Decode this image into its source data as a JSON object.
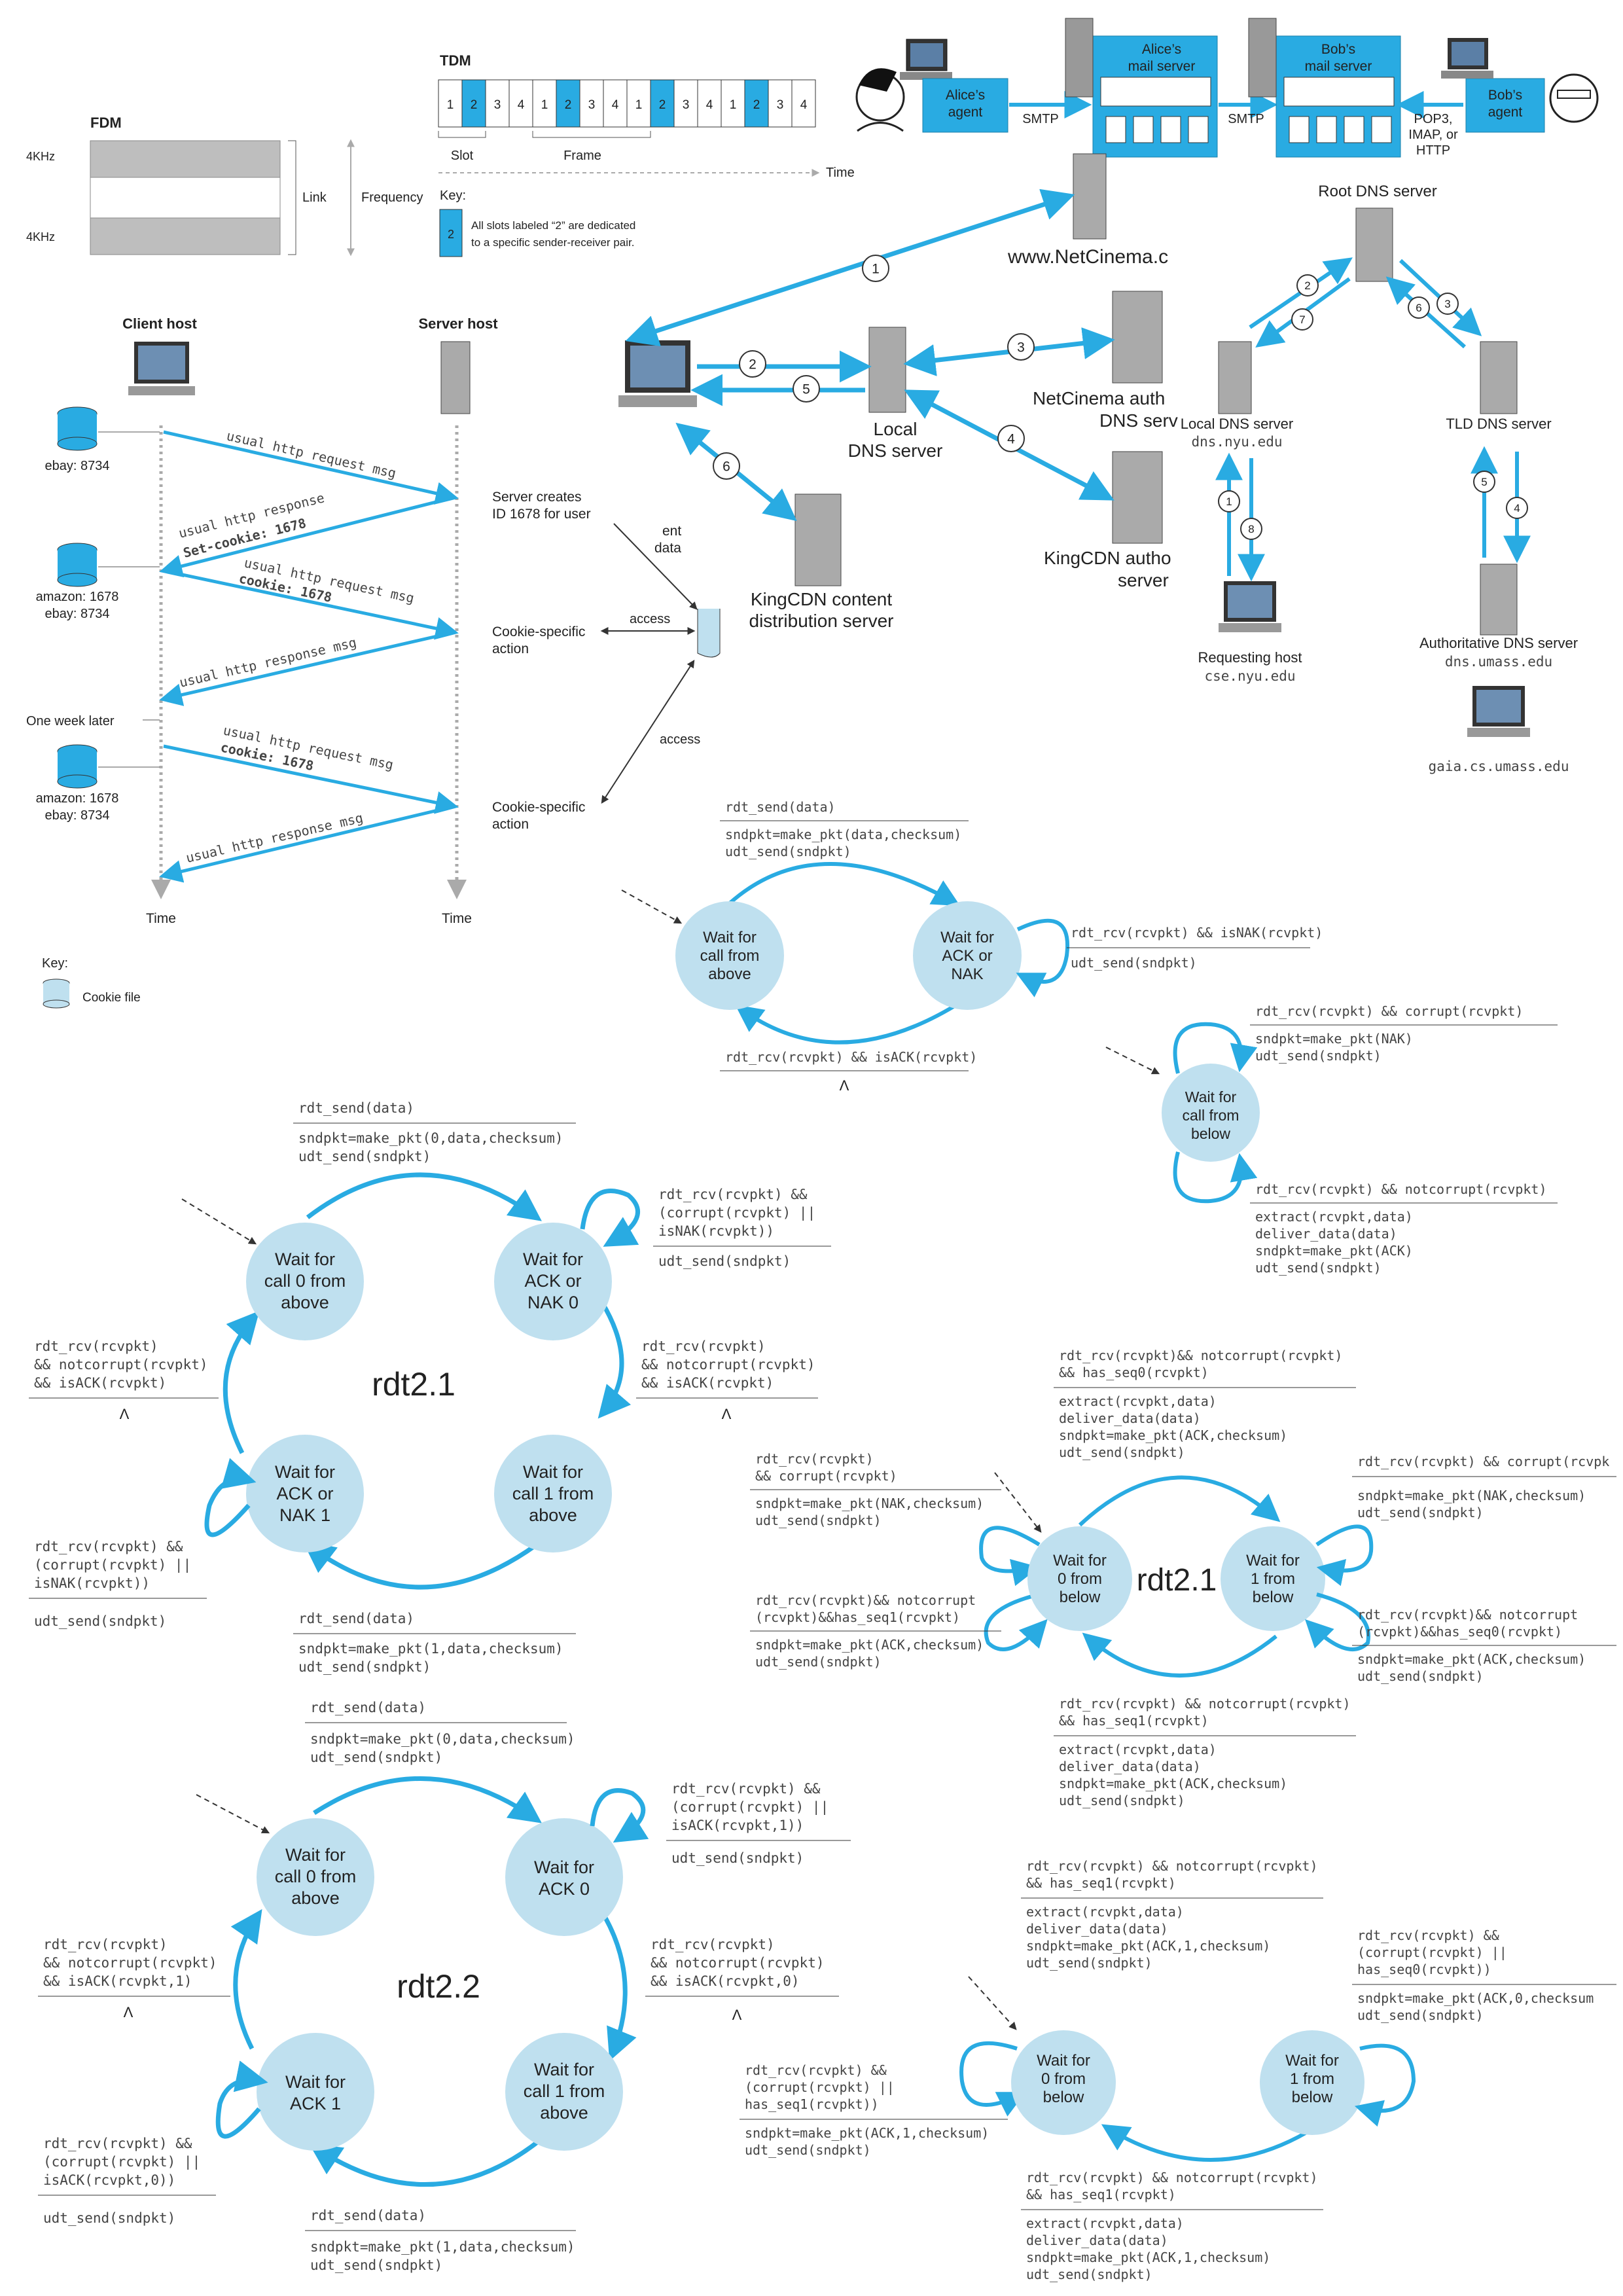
{
  "colors": {
    "accent": "#29ABE2",
    "state_fill": "#BFE0EF",
    "band": "#BEBEBE",
    "slot2": "#29ABE2",
    "arrow_dark": "#333333"
  },
  "fdm": {
    "title": "FDM",
    "freq_top": "4KHz",
    "freq_bot": "4KHz",
    "link": "Link",
    "frequency": "Frequency"
  },
  "tdm": {
    "title": "TDM",
    "slots": [
      "1",
      "2",
      "3",
      "4",
      "1",
      "2",
      "3",
      "4",
      "1",
      "2",
      "3",
      "4",
      "1",
      "2",
      "3",
      "4"
    ],
    "slot_label": "Slot",
    "frame_label": "Frame",
    "time_label": "Time",
    "key_title": "Key:",
    "key_value": "2",
    "key_text1": "All slots labeled “2” are dedicated",
    "key_text2": "to a specific sender-receiver pair."
  },
  "mail": {
    "alice_agent": [
      "Alice’s",
      "agent"
    ],
    "alice_server": [
      "Alice’s",
      "mail server"
    ],
    "bob_server": [
      "Bob’s",
      "mail server"
    ],
    "bob_agent": [
      "Bob’s",
      "agent"
    ],
    "smtp1": "SMTP",
    "smtp2": "SMTP",
    "pop": [
      "POP3,",
      "IMAP, or",
      "HTTP"
    ]
  },
  "cdn": {
    "netcinema": "www.NetCinema.c",
    "local_dns": [
      "Local",
      "DNS server"
    ],
    "netcinema_auth": [
      "NetCinema auth",
      "DNS serv"
    ],
    "kingcdn_auth": [
      "KingCDN autho",
      "server"
    ],
    "kingcdn_content": [
      "KingCDN content",
      "distribution server"
    ],
    "steps": [
      "1",
      "2",
      "5",
      "3",
      "4",
      "6"
    ]
  },
  "dns": {
    "root": "Root DNS server",
    "local": "Local DNS server",
    "local_host": "dns.nyu.edu",
    "tld": "TLD DNS server",
    "requesting": "Requesting host",
    "requesting_host": "cse.nyu.edu",
    "auth": "Authoritative DNS server",
    "auth_host": "dns.umass.edu",
    "gaia": "gaia.cs.umass.edu",
    "steps": [
      "2",
      "7",
      "6",
      "3",
      "1",
      "8",
      "5",
      "4"
    ]
  },
  "cookie": {
    "client": "Client host",
    "server": "Server host",
    "ebay1": "ebay: 8734",
    "amazon1": "amazon: 1678",
    "ebay2": "ebay: 8734",
    "one_week": "One week later",
    "amazon2": "amazon: 1678",
    "ebay3": "ebay: 8734",
    "msg1": "usual http request msg",
    "msg2": "usual http response",
    "msg2b": "Set-cookie: 1678",
    "msg3": "usual http request msg",
    "msg3b": "cookie: 1678",
    "msg4": "usual http response msg",
    "msg5": "usual http request msg",
    "msg5b": "cookie: 1678",
    "msg6": "usual http response msg",
    "server_creates": [
      "Server creates",
      "ID 1678 for user"
    ],
    "entry": [
      "ent",
      "data"
    ],
    "access1": "access",
    "access2": "access",
    "cookie_action1": [
      "Cookie-specific",
      "action"
    ],
    "cookie_action2": [
      "Cookie-specific",
      "action"
    ],
    "time1": "Time",
    "time2": "Time",
    "key": "Key:",
    "key_text": "Cookie file"
  },
  "rdt20_sender": {
    "top_event": "rdt_send(data)",
    "top_action": [
      "sndpkt=make_pkt(data,checksum)",
      "udt_send(sndpkt)"
    ],
    "s1": [
      "Wait for",
      "call from",
      "above"
    ],
    "s2": [
      "Wait for",
      "ACK or",
      "NAK"
    ],
    "self_event": "rdt_rcv(rcvpkt) && isNAK(rcvpkt)",
    "self_action": "udt_send(sndpkt)",
    "bottom_event": "rdt_rcv(rcvpkt) && isACK(rcvpkt)",
    "bottom_action": "Λ"
  },
  "rdt20_receiver": {
    "top_event": "rdt_rcv(rcvpkt) && corrupt(rcvpkt)",
    "top_action": "sndpkt=make_pkt(NAK)",
    "top_action2": "udt_send(sndpkt)",
    "s": [
      "Wait for",
      "call from",
      "below"
    ],
    "bottom_event": "rdt_rcv(rcvpkt) && notcorrupt(rcvpkt)",
    "bottom_action": [
      "extract(rcvpkt,data)",
      "deliver_data(data)",
      "sndpkt=make_pkt(ACK)",
      "udt_send(sndpkt)"
    ]
  },
  "rdt21_sender": {
    "title": "rdt2.1",
    "top_event": "rdt_send(data)",
    "top_action": [
      "sndpkt=make_pkt(0,data,checksum)",
      "udt_send(sndpkt)"
    ],
    "s1": [
      "Wait for",
      "call 0 from",
      "above"
    ],
    "s2": [
      "Wait for",
      "ACK or",
      "NAK 0"
    ],
    "s3": [
      "Wait for",
      "call 1 from",
      "above"
    ],
    "s4": [
      "Wait for",
      "ACK or",
      "NAK 1"
    ],
    "tr_self": [
      "rdt_rcv(rcvpkt) &&",
      "(corrupt(rcvpkt) ||",
      "isNAK(rcvpkt))"
    ],
    "tr_self_action": "udt_send(sndpkt)",
    "right_event": [
      "rdt_rcv(rcvpkt)",
      "&& notcorrupt(rcvpkt)",
      "&& isACK(rcvpkt)"
    ],
    "right_action": "Λ",
    "left_event": [
      "rdt_rcv(rcvpkt)",
      "&& notcorrupt(rcvpkt)",
      "&& isACK(rcvpkt)"
    ],
    "left_action": "Λ",
    "bl_self": [
      "rdt_rcv(rcvpkt) &&",
      "(corrupt(rcvpkt) ||",
      "isNAK(rcvpkt))"
    ],
    "bl_self_action": "udt_send(sndpkt)",
    "bottom_event": "rdt_send(data)",
    "bottom_action": [
      "sndpkt=make_pkt(1,data,checksum)",
      "udt_send(sndpkt)"
    ]
  },
  "rdt21_receiver": {
    "title": "rdt2.1",
    "s1": [
      "Wait for",
      "0 from",
      "below"
    ],
    "s2": [
      "Wait for",
      "1 from",
      "below"
    ],
    "top_event": [
      "rdt_rcv(rcvpkt)&& notcorrupt(rcvpkt)",
      "&& has_seq0(rcvpkt)"
    ],
    "top_action": [
      "extract(rcvpkt,data)",
      "deliver_data(data)",
      "sndpkt=make_pkt(ACK,checksum)",
      "udt_send(sndpkt)"
    ],
    "l1_event": [
      "rdt_rcv(rcvpkt)",
      "&& corrupt(rcvpkt)"
    ],
    "l1_action": [
      "sndpkt=make_pkt(NAK,checksum)",
      "udt_send(sndpkt)"
    ],
    "l2_event": [
      "rdt_rcv(rcvpkt)&& notcorrupt",
      "(rcvpkt)&&has_seq1(rcvpkt)"
    ],
    "l2_action": [
      "sndpkt=make_pkt(ACK,checksum)",
      "udt_send(sndpkt)"
    ],
    "r1_event": "rdt_rcv(rcvpkt) && corrupt(rcvpk",
    "r1_action": [
      "sndpkt=make_pkt(NAK,checksum)",
      "udt_send(sndpkt)"
    ],
    "r2_event": [
      "rdt_rcv(rcvpkt)&& notcorrupt",
      "(rcvpkt)&&has_seq0(rcvpkt)"
    ],
    "r2_action": [
      "sndpkt=make_pkt(ACK,checksum)",
      "udt_send(sndpkt)"
    ],
    "bottom_event": [
      "rdt_rcv(rcvpkt) && notcorrupt(rcvpkt)",
      "&& has_seq1(rcvpkt)"
    ],
    "bottom_action": [
      "extract(rcvpkt,data)",
      "deliver_data(data)",
      "sndpkt=make_pkt(ACK,checksum)",
      "udt_send(sndpkt)"
    ]
  },
  "rdt22_sender": {
    "title": "rdt2.2",
    "top_event": "rdt_send(data)",
    "top_action": [
      "sndpkt=make_pkt(0,data,checksum)",
      "udt_send(sndpkt)"
    ],
    "s1": [
      "Wait for",
      "call 0 from",
      "above"
    ],
    "s2": [
      "Wait for",
      "ACK 0"
    ],
    "s3": [
      "Wait for",
      "call 1 from",
      "above"
    ],
    "s4": [
      "Wait for",
      "ACK 1"
    ],
    "tr_self": [
      "rdt_rcv(rcvpkt) &&",
      "(corrupt(rcvpkt) ||",
      "isACK(rcvpkt,1))"
    ],
    "tr_self_action": "udt_send(sndpkt)",
    "right_event": [
      "rdt_rcv(rcvpkt)",
      "&& notcorrupt(rcvpkt)",
      "&& isACK(rcvpkt,0)"
    ],
    "right_action": "Λ",
    "left_event": [
      "rdt_rcv(rcvpkt)",
      "&& notcorrupt(rcvpkt)",
      "&& isACK(rcvpkt,1)"
    ],
    "left_action": "Λ",
    "bl_self": [
      "rdt_rcv(rcvpkt) &&",
      "(corrupt(rcvpkt) ||",
      "isACK(rcvpkt,0))"
    ],
    "bl_self_action": "udt_send(sndpkt)",
    "bottom_event": "rdt_send(data)",
    "bottom_action": [
      "sndpkt=make_pkt(1,data,checksum)",
      "udt_send(sndpkt)"
    ]
  },
  "rdt22_receiver": {
    "s1": [
      "Wait for",
      "0 from",
      "below"
    ],
    "s2": [
      "Wait for",
      "1 from",
      "below"
    ],
    "top_event": [
      "rdt_rcv(rcvpkt) && notcorrupt(rcvpkt)",
      "&& has_seq1(rcvpkt)"
    ],
    "top_action": [
      "extract(rcvpkt,data)",
      "deliver_data(data)",
      "sndpkt=make_pkt(ACK,1,checksum)",
      "udt_send(sndpkt)"
    ],
    "l_event": [
      "rdt_rcv(rcvpkt) &&",
      "(corrupt(rcvpkt) ||",
      "has_seq1(rcvpkt))"
    ],
    "l_action": [
      "sndpkt=make_pkt(ACK,1,checksum)",
      "udt_send(sndpkt)"
    ],
    "r_event": [
      "rdt_rcv(rcvpkt) &&",
      "(corrupt(rcvpkt) ||",
      "has_seq0(rcvpkt))"
    ],
    "r_action": [
      "sndpkt=make_pkt(ACK,0,checksum",
      "udt_send(sndpkt)"
    ],
    "bottom_event": [
      "rdt_rcv(rcvpkt) && notcorrupt(rcvpkt)",
      "&& has_seq1(rcvpkt)"
    ],
    "bottom_action": [
      "extract(rcvpkt,data)",
      "deliver_data(data)",
      "sndpkt=make_pkt(ACK,1,checksum)",
      "udt_send(sndpkt)"
    ]
  }
}
